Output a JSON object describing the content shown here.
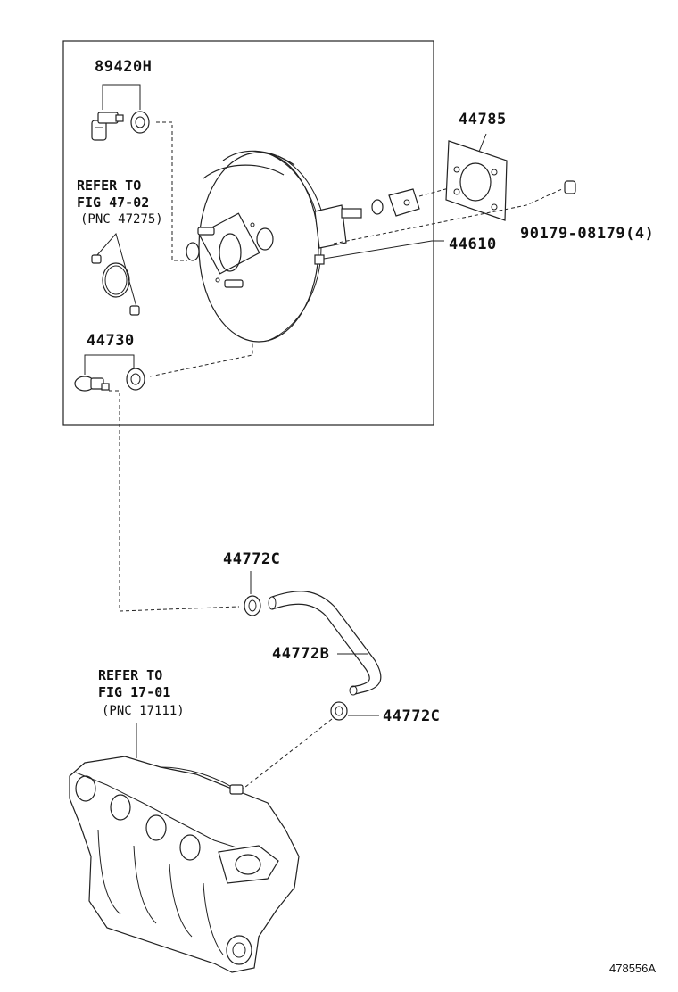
{
  "labels": {
    "valve": "89420H",
    "refer_top_1": "REFER TO",
    "refer_top_2": "FIG 47-02",
    "refer_top_3": "(PNC 47275)",
    "check_valve": "44730",
    "gasket": "44785",
    "booster": "44610",
    "nut": "90179-08179(4)",
    "clamp_top": "44772C",
    "hose": "44772B",
    "clamp_bottom": "44772C",
    "refer_bot_1": "REFER TO",
    "refer_bot_2": "FIG 17-01",
    "refer_bot_3": "(PNC 17111)",
    "diagram_code": "478556A"
  }
}
